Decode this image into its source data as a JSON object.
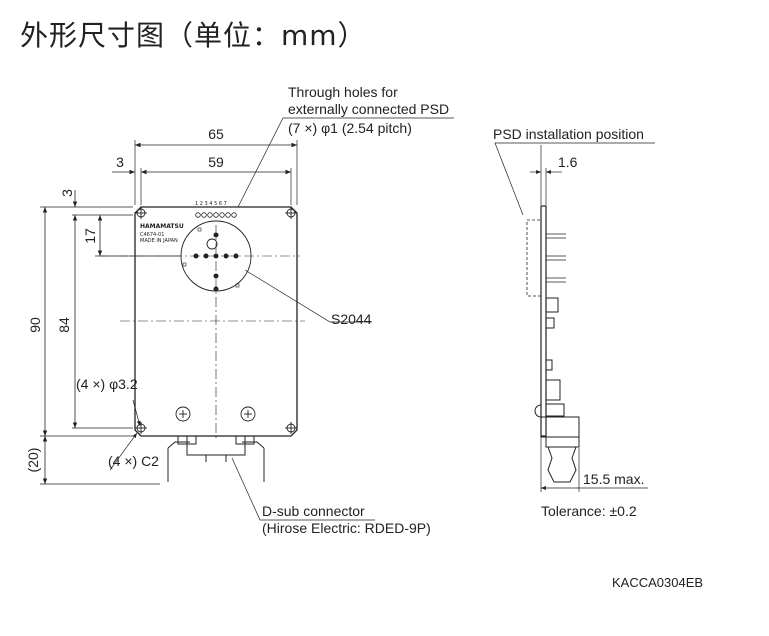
{
  "page": {
    "title": "外形尺寸图（单位：mm）"
  },
  "front_view": {
    "dimensions": {
      "overall_width": "65",
      "hole_pitch_width": "59",
      "hole_edge_offset_x": "3",
      "hole_edge_offset_y": "3",
      "psd_center_offset": "17",
      "overall_height": "90",
      "hole_pitch_height": "84",
      "connector_extension": "(20)",
      "mounting_holes": "(4 ×) φ3.2",
      "corner_chamfer": "(4 ×) C2"
    },
    "callouts": {
      "through_holes_line1": "Through holes for",
      "through_holes_line2": "externally connected PSD",
      "through_holes_line3": "(7 ×) φ1 (2.54 pitch)",
      "sensor": "S2044",
      "dsub_line1": "D-sub connector",
      "dsub_line2": "(Hirose Electric: RDED-9P)"
    },
    "board_markings": {
      "pin_numbers": "1 2 3 4 5 6 7",
      "brand": "HAMAMATSU",
      "model": "C4674-01",
      "origin": "MADE IN JAPAN"
    }
  },
  "side_view": {
    "psd_position": "PSD installation position",
    "psd_offset": "1.6",
    "max_depth": "15.5 max."
  },
  "notes": {
    "tolerance": "Tolerance: ±0.2",
    "drawing_code": "KACCA0304EB"
  }
}
